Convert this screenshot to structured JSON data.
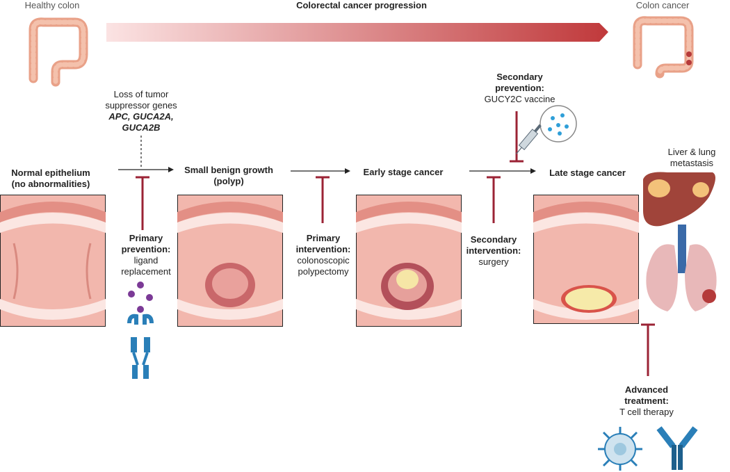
{
  "header": {
    "left_label": "Healthy colon",
    "title": "Colorectal cancer progression",
    "right_label": "Colon cancer"
  },
  "genes": {
    "line1": "Loss of tumor",
    "line2": "suppressor genes",
    "line3": "APC, GUCA2A,",
    "line4": "GUCA2B"
  },
  "stages": [
    {
      "line1": "Normal epithelium",
      "line2": "(no abnormalities)"
    },
    {
      "line1": "Small benign growth",
      "line2": "(polyp)"
    },
    {
      "line1": "Early stage cancer",
      "line2": ""
    },
    {
      "line1": "Late stage cancer",
      "line2": ""
    }
  ],
  "interventions": {
    "primary_prevention": {
      "title1": "Primary",
      "title2": "prevention:",
      "desc1": "ligand",
      "desc2": "replacement"
    },
    "primary_intervention": {
      "title1": "Primary",
      "title2": "intervention:",
      "desc1": "colonoscopic",
      "desc2": "polypectomy"
    },
    "secondary_intervention": {
      "title1": "Secondary",
      "title2": "intervention:",
      "desc1": "surgery"
    },
    "secondary_prevention": {
      "title1": "Secondary",
      "title2": "prevention:",
      "desc1": "GUCY2C vaccine"
    },
    "advanced_treatment": {
      "title1": "Advanced",
      "title2": "treatment:",
      "desc1": "T cell therapy"
    }
  },
  "metastasis": {
    "line1": "Liver & lung",
    "line2": "metastasis"
  },
  "colors": {
    "inhibit": "#9b2335",
    "gradient_start": "#f8d8d8",
    "gradient_end": "#c0393b",
    "tissue": "#efb2a8",
    "receptor": "#2a7fb8",
    "ligand": "#7b3a96"
  }
}
